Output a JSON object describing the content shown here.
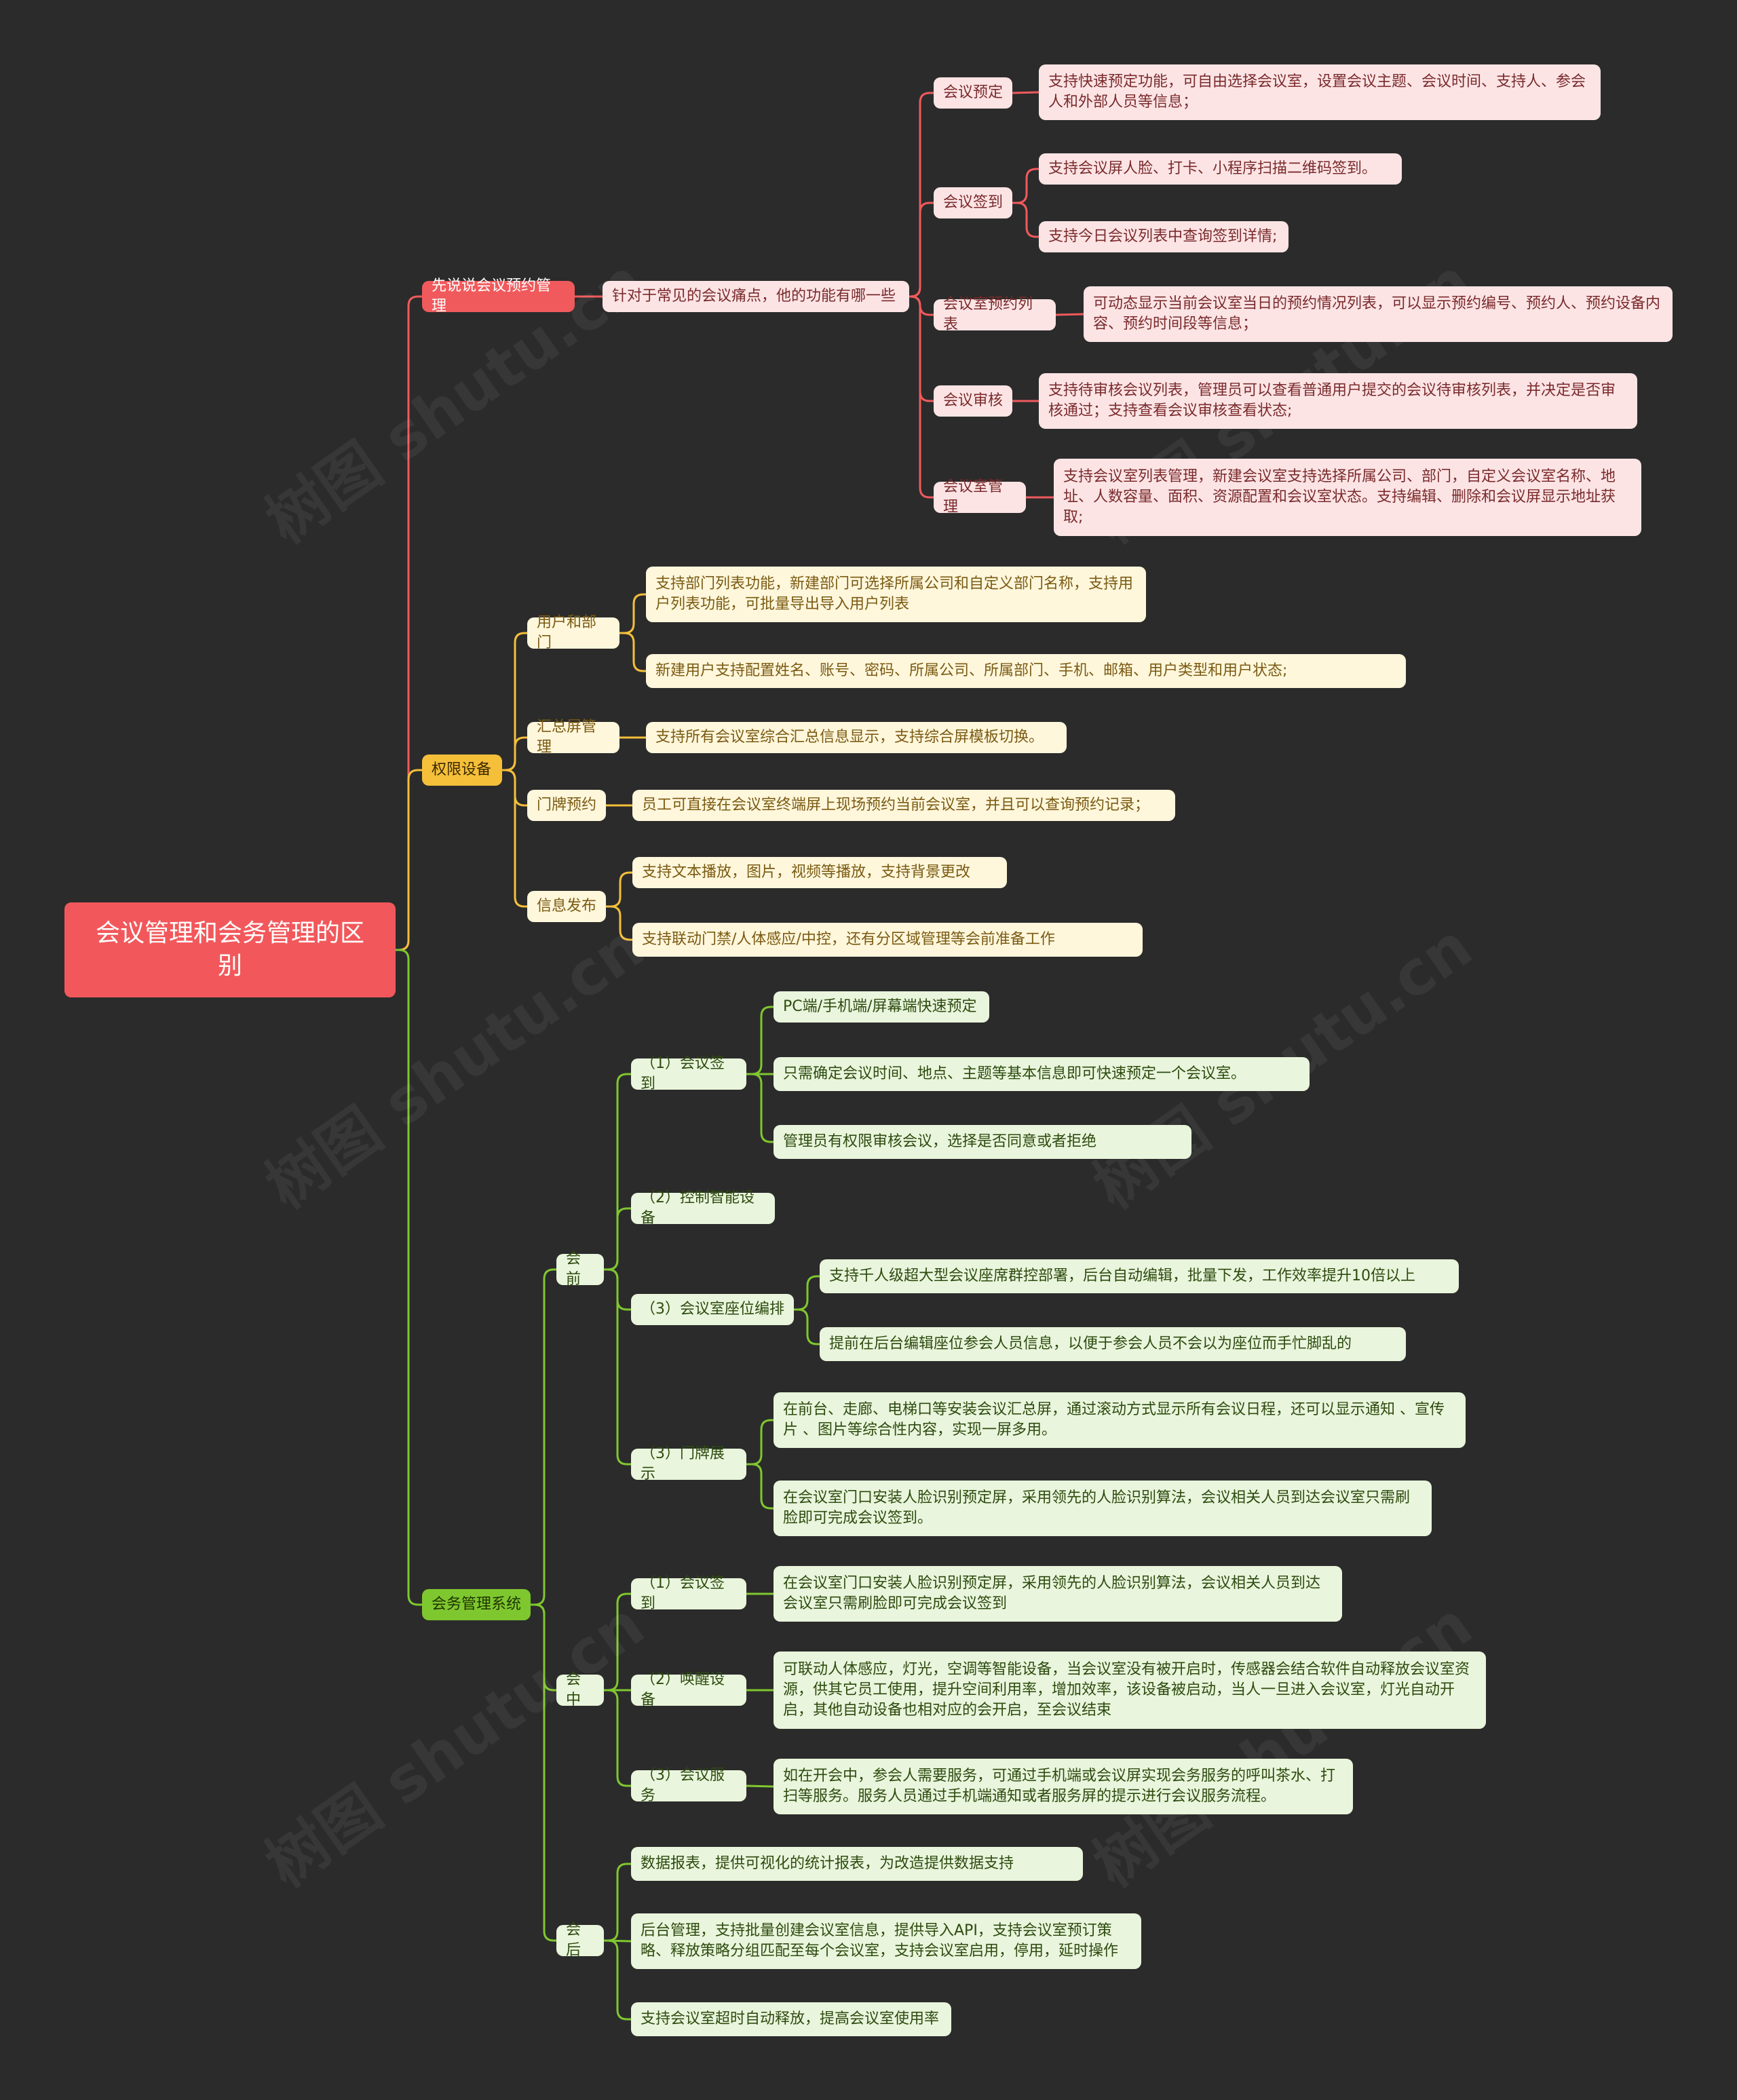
{
  "colors": {
    "red": "#f05a5c",
    "yellow": "#f5bf3a",
    "green": "#7fc72f",
    "background": "#2b2b2b"
  },
  "watermark": "树图 shutu.cn",
  "root": {
    "label": "会议管理和会务管理的区别"
  },
  "branch1": {
    "label": "先说说会议预约管理",
    "sub": "针对于常见的会议痛点，他的功能有哪一些",
    "items": [
      {
        "label": "会议预定",
        "details": [
          "支持快速预定功能，可自由选择会议室，设置会议主题、会议时间、支持人、参会人和外部人员等信息；"
        ]
      },
      {
        "label": "会议签到",
        "details": [
          "支持会议屏人脸、打卡、小程序扫描二维码签到。",
          "支持今日会议列表中查询签到详情;"
        ]
      },
      {
        "label": "会议室预约列表",
        "details": [
          "可动态显示当前会议室当日的预约情况列表，可以显示预约编号、预约人、预约设备内容、预约时间段等信息；"
        ]
      },
      {
        "label": "会议审核",
        "details": [
          "支持待审核会议列表，管理员可以查看普通用户提交的会议待审核列表，并决定是否审核通过；支持查看会议审核查看状态;"
        ]
      },
      {
        "label": "会议室管理",
        "details": [
          "支持会议室列表管理，新建会议室支持选择所属公司、部门，自定义会议室名称、地址、人数容量、面积、资源配置和会议室状态。支持编辑、删除和会议屏显示地址获取;"
        ]
      }
    ]
  },
  "branch2": {
    "label": "权限设备",
    "items": [
      {
        "label": "用户和部门",
        "details": [
          "支持部门列表功能，新建部门可选择所属公司和自定义部门名称，支持用户列表功能，可批量导出导入用户列表",
          "新建用户支持配置姓名、账号、密码、所属公司、所属部门、手机、邮箱、用户类型和用户状态;"
        ]
      },
      {
        "label": "汇总屏管理",
        "details": [
          "支持所有会议室综合汇总信息显示，支持综合屏模板切换。"
        ]
      },
      {
        "label": "门牌预约",
        "details": [
          "员工可直接在会议室终端屏上现场预约当前会议室，并且可以查询预约记录；"
        ]
      },
      {
        "label": "信息发布",
        "details": [
          "支持文本播放，图片，视频等播放，支持背景更改",
          "支持联动门禁/人体感应/中控，还有分区域管理等会前准备工作"
        ]
      }
    ]
  },
  "branch3": {
    "label": "会务管理系统",
    "phases": [
      {
        "label": "会前",
        "items": [
          {
            "label": "（1）会议签到",
            "details": [
              "PC端/手机端/屏幕端快速预定",
              "只需确定会议时间、地点、主题等基本信息即可快速预定一个会议室。",
              "管理员有权限审核会议，选择是否同意或者拒绝"
            ]
          },
          {
            "label": "（2）控制智能设备",
            "details": []
          },
          {
            "label": "（3）会议室座位编排",
            "details": [
              "支持千人级超大型会议座席群控部署，后台自动编辑，批量下发，工作效率提升10倍以上",
              "提前在后台编辑座位参会人员信息，以便于参会人员不会以为座位而手忙脚乱的"
            ]
          },
          {
            "label": "（3）门牌展示",
            "details": [
              "在前台、走廊、电梯口等安装会议汇总屏，通过滚动方式显示所有会议日程，还可以显示通知 、宣传片 、图片等综合性内容，实现一屏多用。",
              "在会议室门口安装人脸识别预定屏，采用领先的人脸识别算法，会议相关人员到达会议室只需刷脸即可完成会议签到。"
            ]
          }
        ]
      },
      {
        "label": "会中",
        "items": [
          {
            "label": "（1）会议签到",
            "details": [
              "在会议室门口安装人脸识别预定屏，采用领先的人脸识别算法，会议相关人员到达会议室只需刷脸即可完成会议签到"
            ]
          },
          {
            "label": "（2）唤醒设备",
            "details": [
              "可联动人体感应，灯光，空调等智能设备，当会议室没有被开启时，传感器会结合软件自动释放会议室资源，供其它员工使用，提升空间利用率，增加效率，该设备被启动，当人一旦进入会议室，灯光自动开启，其他自动设备也相对应的会开启，至会议结束"
            ]
          },
          {
            "label": "（3）会议服务",
            "details": [
              "如在开会中，参会人需要服务，可通过手机端或会议屏实现会务服务的呼叫茶水、打扫等服务。服务人员通过手机端通知或者服务屏的提示进行会议服务流程。"
            ]
          }
        ]
      },
      {
        "label": "会后",
        "details": [
          "数据报表，提供可视化的统计报表，为改造提供数据支持",
          "后台管理，支持批量创建会议室信息，提供导入API，支持会议室预订策略、释放策略分组匹配至每个会议室，支持会议室启用，停用，延时操作",
          "支持会议室超时自动释放，提高会议室使用率"
        ]
      }
    ]
  }
}
